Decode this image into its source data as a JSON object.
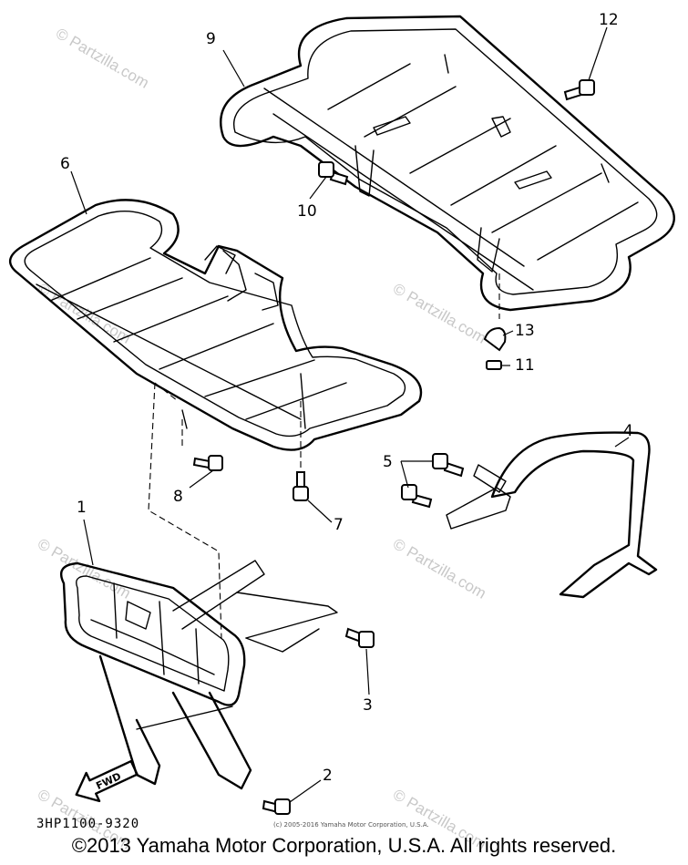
{
  "callouts": {
    "c1": "1",
    "c2": "2",
    "c3": "3",
    "c4": "4",
    "c5": "5",
    "c6": "6",
    "c7": "7",
    "c8": "8",
    "c9": "9",
    "c10": "10",
    "c11": "11",
    "c12": "12",
    "c13": "13"
  },
  "fwd_label": "FWD",
  "diagram_code": "3HP1100-9320",
  "watermark_text": "© Partzilla.com",
  "small_print": "(c) 2005-2016 Yamaha Motor Corporation, U.S.A.",
  "copyright": "©2013 Yamaha Motor Corporation, U.S.A. All rights reserved."
}
